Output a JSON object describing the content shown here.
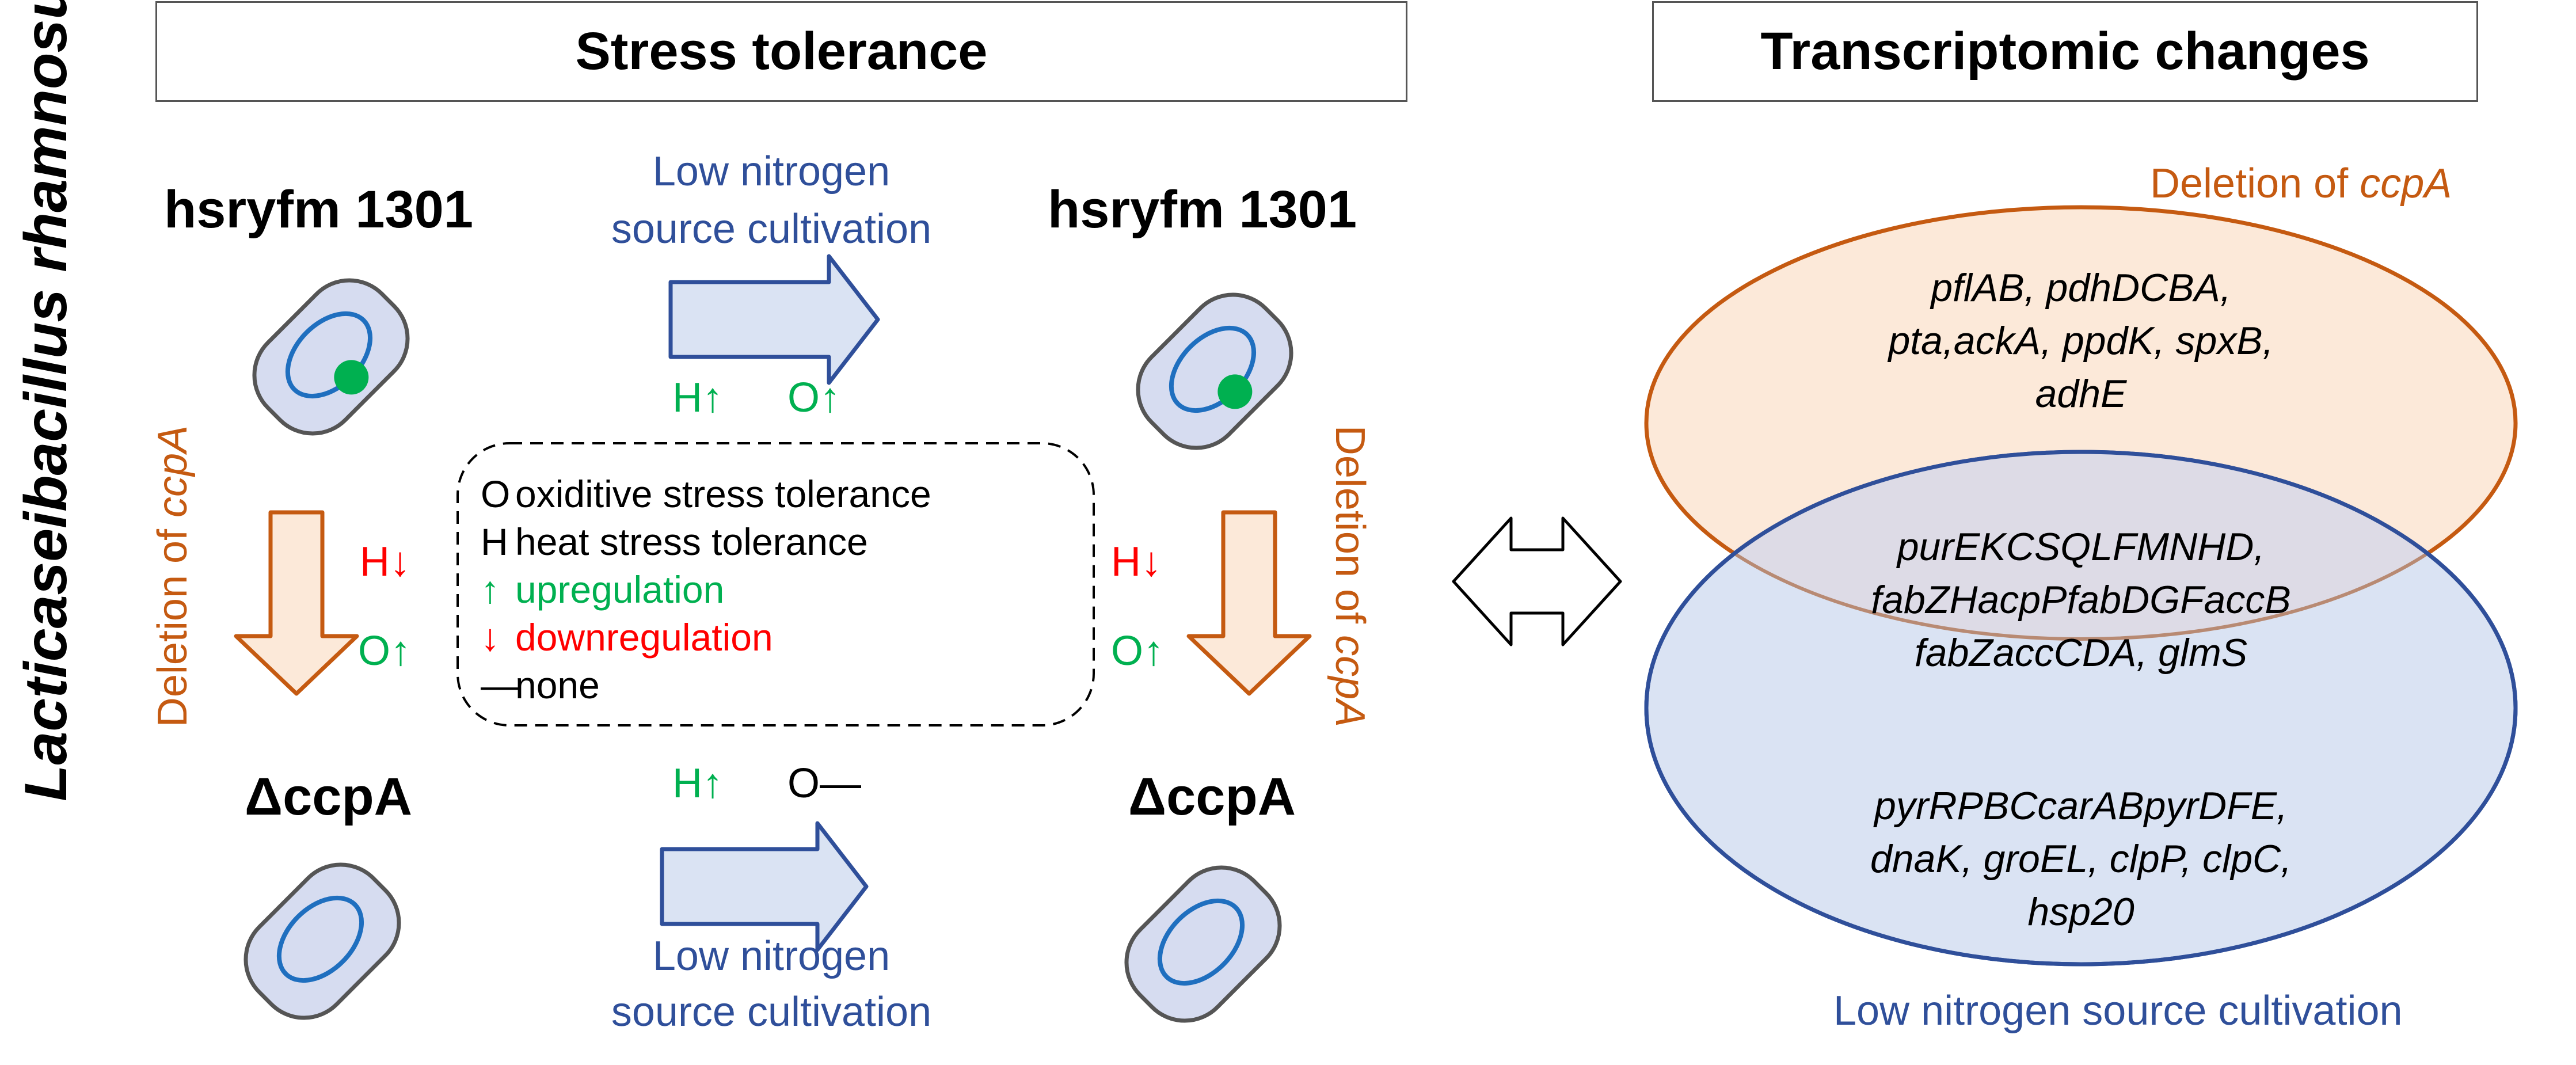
{
  "side_title": "Lacticaseibacillus rhamnosus",
  "headers": {
    "stress": "Stress tolerance",
    "transcriptomic": "Transcriptomic changes"
  },
  "strains": {
    "wild_left": "hsryfm 1301",
    "wild_right": "hsryfm 1301",
    "mutant_left": "ΔccpA",
    "mutant_right": "ΔccpA"
  },
  "arrows": {
    "top_label_line1": "Low nitrogen",
    "top_label_line2": "source cultivation",
    "bottom_label_line1": "Low nitrogen",
    "bottom_label_line2": "source cultivation",
    "deletion_prefix": "Deletion of ",
    "deletion_gene": "ccpA"
  },
  "indicators": {
    "top_h": "H↑",
    "top_o": "O↑",
    "bottom_h": "H↑",
    "bottom_o": "O—",
    "left_h": "H↓",
    "left_o": "O↑",
    "right_h": "H↓",
    "right_o": "O↑"
  },
  "legend": [
    {
      "symbol": "O",
      "text": "oxiditive stress tolerance",
      "color": "#000000"
    },
    {
      "symbol": "H",
      "text": "heat stress tolerance",
      "color": "#000000"
    },
    {
      "symbol": "↑",
      "text": "upregulation",
      "color": "#00b050"
    },
    {
      "symbol": "↓",
      "text": "downregulation",
      "color": "#ff0000"
    },
    {
      "symbol": "—",
      "text": "none",
      "color": "#000000"
    }
  ],
  "venn": {
    "top_label_prefix": "Deletion of ",
    "top_label_gene": "ccpA",
    "bottom_label": "Low nitrogen source cultivation",
    "top_genes_line1": "pflAB, pdhDCBA,",
    "top_genes_line2": "pta,ackA, ppdK, spxB,",
    "top_genes_line3": "adhE",
    "overlap_genes_line1": "purEKCSQLFMNHD,",
    "overlap_genes_line2": "fabZHacpPfabDGFaccB",
    "overlap_genes_line3": "fabZaccCDA, glmS",
    "bottom_genes_line1": "pyrRPBCcarABpyrDFE,",
    "bottom_genes_line2": "dnaK, groEL, clpP, clpC,",
    "bottom_genes_line3": "hsp20"
  },
  "colors": {
    "blue": "#2f4f9a",
    "orange": "#c55a11",
    "green": "#00b050",
    "red": "#ff0000",
    "cell_fill": "#d6dcf0",
    "orange_fill": "#fce9d9",
    "blue_fill": "#dae3f3",
    "overlap_fill": "#dddbe6"
  }
}
